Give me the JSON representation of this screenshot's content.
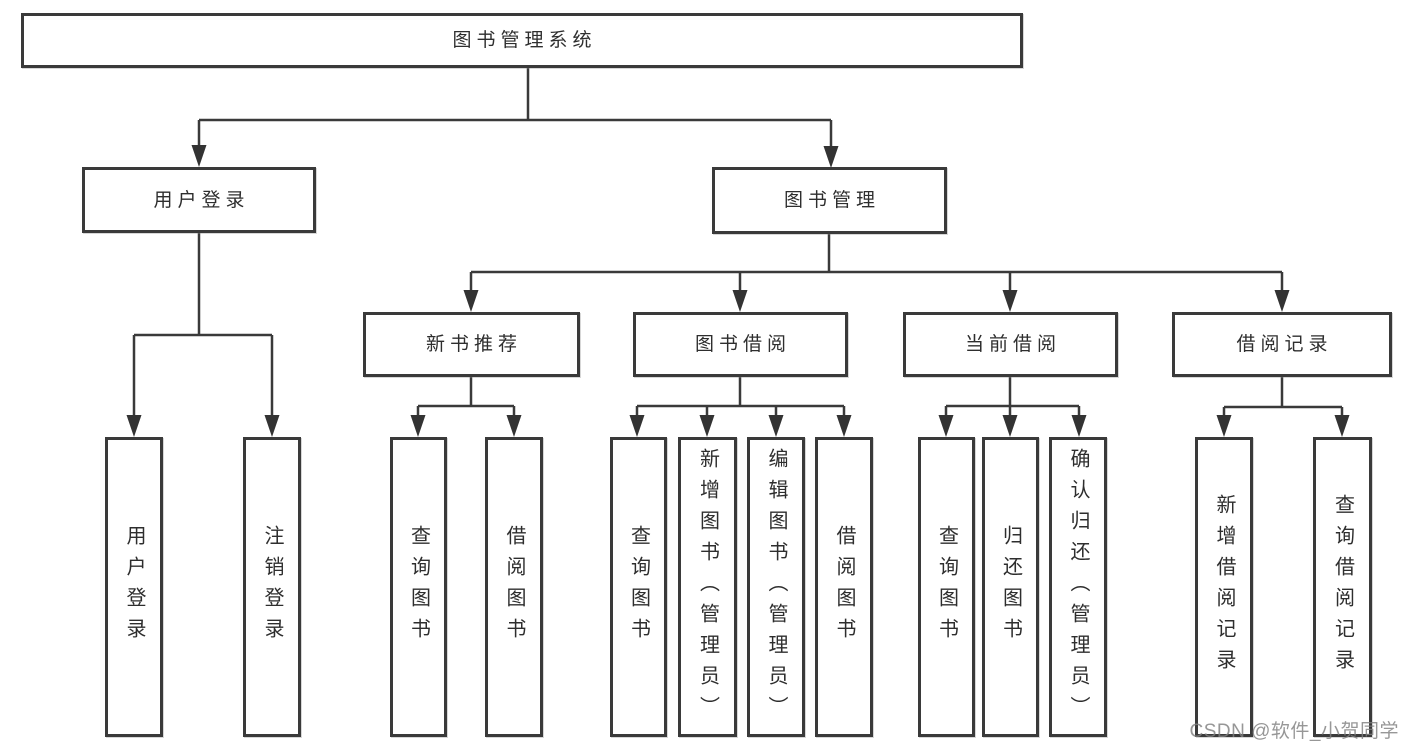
{
  "diagram": {
    "title": "图书管理系统",
    "type": "tree",
    "root": {
      "label": "图书管理系统",
      "children": [
        {
          "label": "用户登录",
          "children": [
            {
              "label": "用户登录"
            },
            {
              "label": "注销登录"
            }
          ]
        },
        {
          "label": "图书管理",
          "children": [
            {
              "label": "新书推荐",
              "children": [
                {
                  "label": "查询图书"
                },
                {
                  "label": "借阅图书"
                }
              ]
            },
            {
              "label": "图书借阅",
              "children": [
                {
                  "label": "查询图书"
                },
                {
                  "label": "新增图书（管理员）"
                },
                {
                  "label": "编辑图书（管理员）"
                },
                {
                  "label": "借阅图书"
                }
              ]
            },
            {
              "label": "当前借阅",
              "children": [
                {
                  "label": "查询图书"
                },
                {
                  "label": "归还图书"
                },
                {
                  "label": "确认归还（管理员）"
                }
              ]
            },
            {
              "label": "借阅记录",
              "children": [
                {
                  "label": "新增借阅记录"
                },
                {
                  "label": "查询借阅记录"
                }
              ]
            }
          ]
        }
      ]
    },
    "colors": {
      "line": "#3a3a3a",
      "box_border": "#3a3a3a",
      "text": "#2e2e2e",
      "background": "#ffffff",
      "watermark_text": "#808080"
    },
    "watermark": "CSDN @软件_小贺同学"
  }
}
